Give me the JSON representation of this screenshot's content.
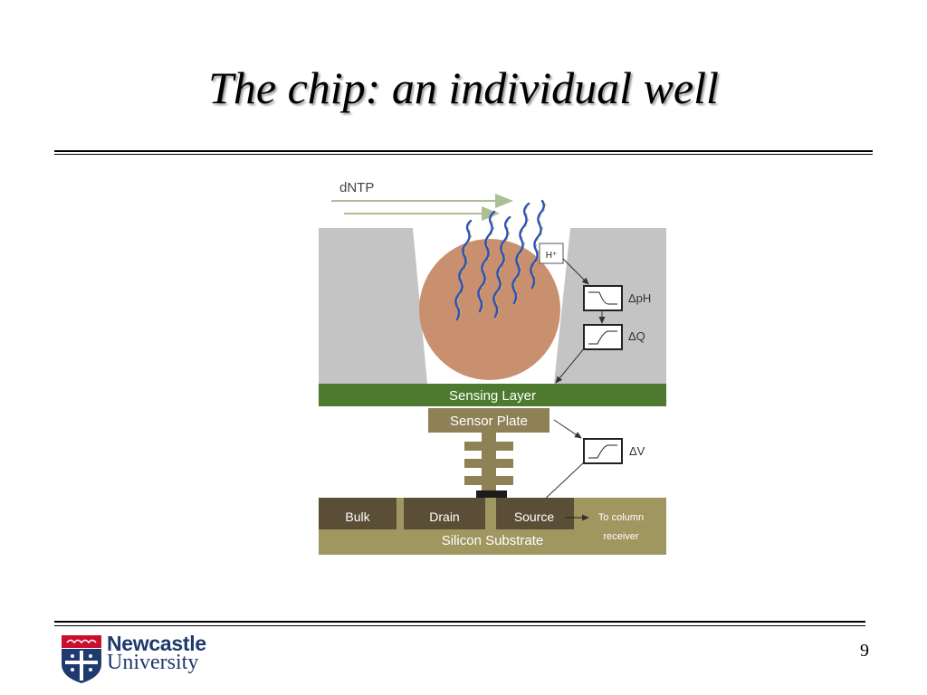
{
  "slide": {
    "title": "The chip: an individual well",
    "page_number": "9"
  },
  "diagram": {
    "dntp_label": "dNTP",
    "hplus_label": "H⁺",
    "delta_ph_label": "ΔpH",
    "delta_q_label": "ΔQ",
    "delta_v_label": "ΔV",
    "sensing_layer_label": "Sensing Layer",
    "sensor_plate_label": "Sensor Plate",
    "bulk_label": "Bulk",
    "drain_label": "Drain",
    "source_label": "Source",
    "column_receiver_line1": "To column",
    "column_receiver_line2": "receiver",
    "substrate_label": "Silicon Substrate",
    "colors": {
      "well_wall": "#c4c4c4",
      "bead": "#c8906e",
      "sensing_layer": "#4d7a2e",
      "sensor_plate": "#8d8155",
      "bulk": "#5a4f36",
      "substrate": "#a09660",
      "dna_blue": "#2a52be",
      "dna_yellow": "#d6c040"
    }
  },
  "footer": {
    "logo_name": "Newcastle",
    "logo_sub": "University",
    "logo_colors": {
      "navy": "#1f3a6e",
      "red": "#c8102e"
    }
  }
}
